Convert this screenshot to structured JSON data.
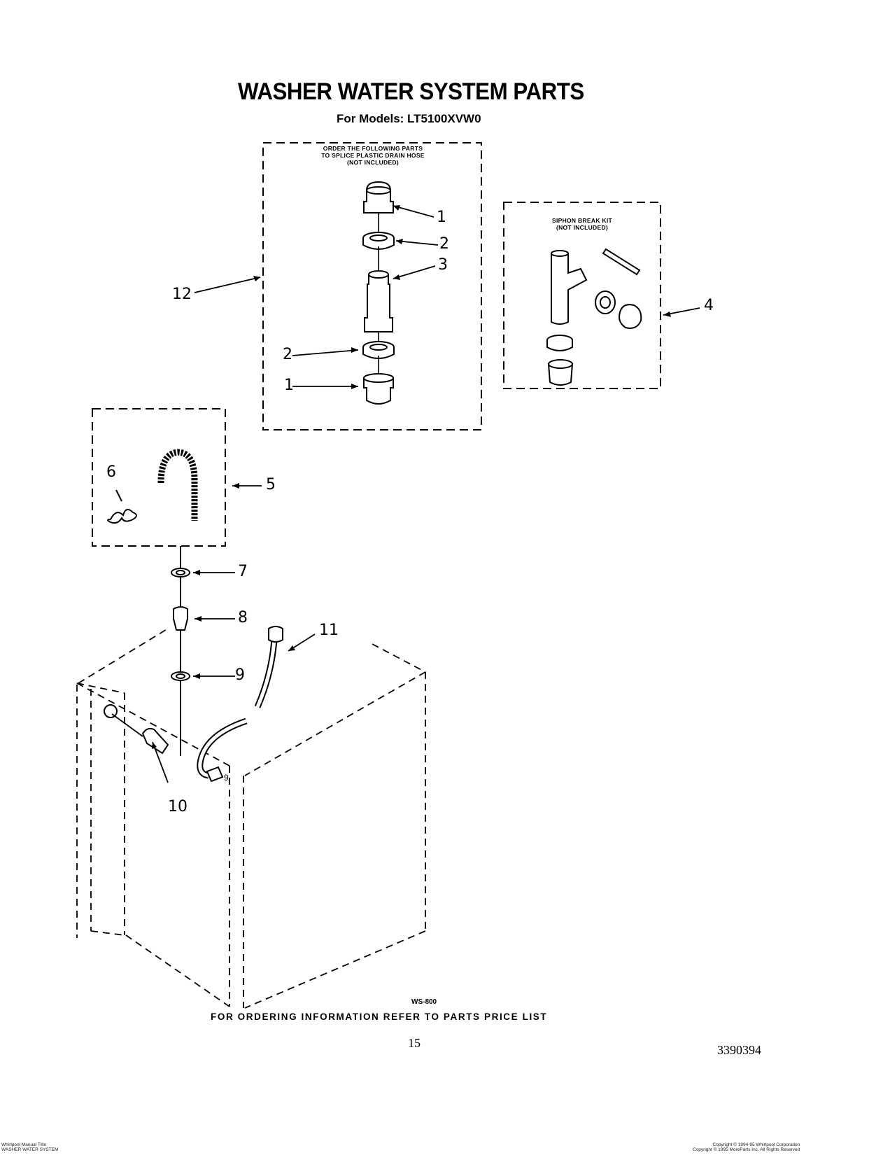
{
  "header": {
    "title": "WASHER WATER SYSTEM PARTS",
    "subtitle": "For Models: LT5100XVW0"
  },
  "kits": {
    "splice_note": [
      "ORDER THE FOLLOWING PARTS",
      "TO SPLICE PLASTIC DRAIN HOSE",
      "(NOT INCLUDED)"
    ],
    "siphon_note": [
      "SIPHON BREAK KIT",
      "(NOT INCLUDED)"
    ]
  },
  "callouts": {
    "c1a": "1",
    "c2a": "2",
    "c3": "3",
    "c4": "4",
    "c2b": "2",
    "c1b": "1",
    "c12": "12",
    "c5": "5",
    "c6": "6",
    "c7": "7",
    "c8": "8",
    "c9": "9",
    "c11": "11",
    "c10": "10",
    "c9b": "9"
  },
  "figure_code": "WS-800",
  "footer": {
    "ordering": "FOR ORDERING INFORMATION REFER TO PARTS PRICE LIST",
    "page_number": "15",
    "doc_number": "3390394",
    "left_line1": "Whirlpool Manual Title",
    "left_line2": "WASHER WATER SYSTEM",
    "right_line1": "Copyright © 1994-95 Whirlpool Corporation",
    "right_line2": "Copyright © 1995 MoreParts Inc. All Rights Reserved"
  }
}
